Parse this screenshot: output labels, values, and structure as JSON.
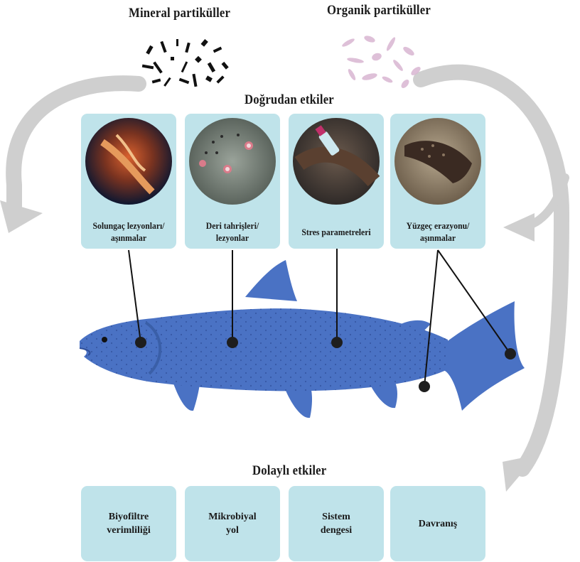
{
  "particles": {
    "mineral_title": "Mineral partiküller",
    "organic_title": "Organik partiküller"
  },
  "direct": {
    "title": "Doğrudan etkiler",
    "cards": [
      {
        "line1": "Solungaç lezyonları/",
        "line2": "aşınmalar",
        "image": "gill-closeup-image"
      },
      {
        "line1": "Deri tahrişleri/",
        "line2": "lezyonlar",
        "image": "skin-lesion-image"
      },
      {
        "line1": "Stres  parametreleri",
        "line2": "",
        "image": "blood-sampling-image"
      },
      {
        "line1": "Yüzgeç erazyonu/",
        "line2": "aşınmalar",
        "image": "fin-erosion-image"
      }
    ]
  },
  "indirect": {
    "title": "Dolaylı etkiler",
    "cards": [
      {
        "line1": "Biyofiltre",
        "line2": "verimliliği"
      },
      {
        "line1": "Mikrobiyal",
        "line2": "yol"
      },
      {
        "line1": "Sistem",
        "line2": "dengesi"
      },
      {
        "line1": "Davranış",
        "line2": ""
      }
    ]
  },
  "colors": {
    "card_bg": "#bfe3ea",
    "fish_body": "#4a72c4",
    "arrow_grey": "#cfcfcf",
    "mineral_particle": "#111111",
    "organic_particle": "#d9b6d2"
  }
}
